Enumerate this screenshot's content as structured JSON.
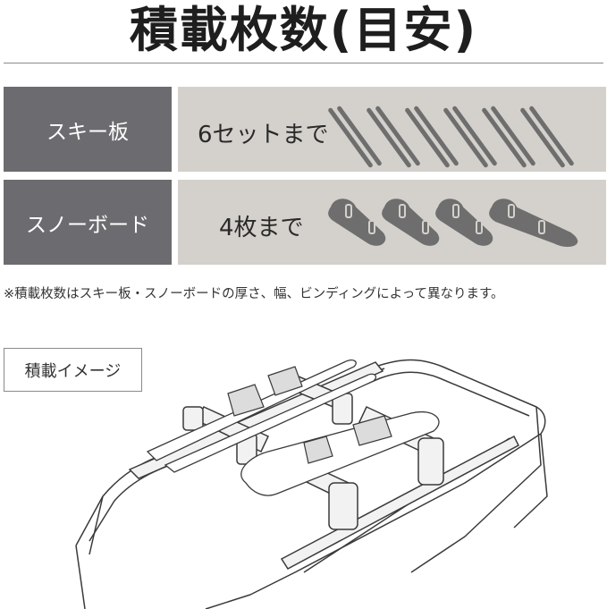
{
  "title": "積載枚数(目安)",
  "rows": [
    {
      "label": "スキー板",
      "capacity": "6セットまで",
      "icon": "ski-pair-icon",
      "count": 6
    },
    {
      "label": "スノーボード",
      "capacity": "4枚まで",
      "icon": "snowboard-icon",
      "count": 4
    }
  ],
  "note": "※積載枚数はスキー板・スノーボードの厚さ、幅、ビンディングによって異なります。",
  "image_label": "積載イメージ",
  "colors": {
    "label_bg": "#6c6c70",
    "body_bg": "#d4d1cc",
    "icon": "#6e6e6e"
  }
}
